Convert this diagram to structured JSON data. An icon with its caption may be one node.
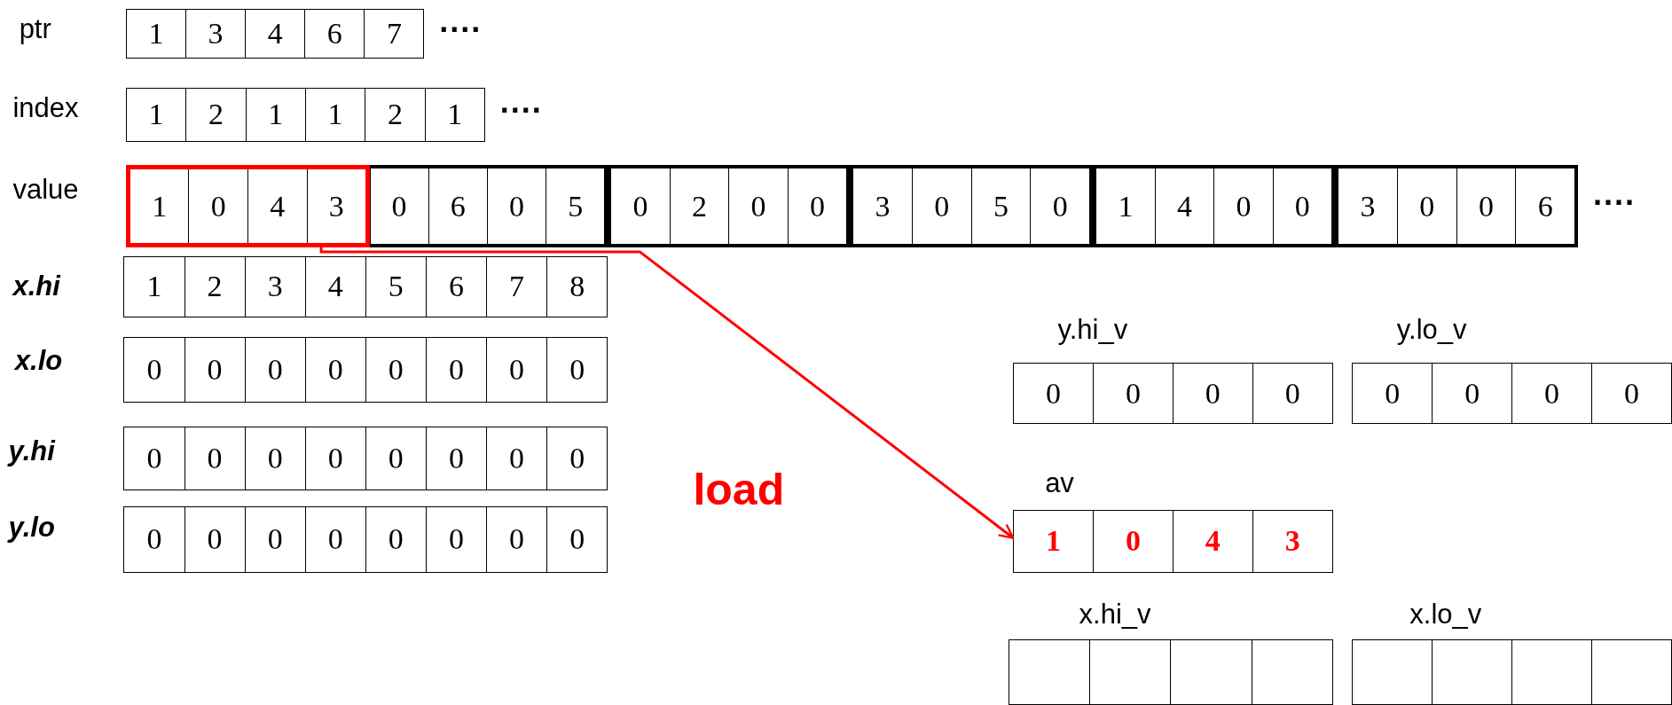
{
  "diagram": {
    "nodes": [
      {
        "text": [
          "1",
          "3",
          "4",
          "6",
          "7"
        ],
        "beside": [
          "····"
        ]
      },
      {
        "text": [
          "1",
          "2",
          "1",
          "1",
          "2",
          "1"
        ],
        "beside": [
          "····"
        ]
      },
      {
        "text": [
          "1",
          "0",
          "4",
          "3"
        ]
      },
      {
        "text": [
          "0",
          "6",
          "0",
          "5"
        ]
      },
      {
        "text": [
          "0",
          "2",
          "0",
          "0"
        ]
      },
      {
        "text": [
          "3",
          "0",
          "5",
          "0"
        ]
      },
      {
        "text": [
          "1",
          "4",
          "0",
          "0"
        ]
      },
      {
        "text": [
          "3",
          "0",
          "0",
          "6"
        ],
        "beside": [
          "····"
        ]
      },
      {
        "text": [
          "1",
          "2",
          "3",
          "4",
          "5",
          "6",
          "7",
          "8"
        ]
      },
      {
        "text": [
          "0",
          "0",
          "0",
          "0",
          "0",
          "0",
          "0",
          "0"
        ]
      },
      {
        "text": [
          "0",
          "0",
          "0",
          "0",
          "0",
          "0",
          "0",
          "0"
        ]
      },
      {
        "text": [
          "0",
          "0",
          "0",
          "0",
          "0",
          "0",
          "0",
          "0"
        ]
      },
      {
        "text": [
          "0",
          "0",
          "0",
          "0"
        ]
      },
      {
        "text": [
          "0",
          "0",
          "0",
          "0"
        ]
      },
      {
        "text": [
          "1",
          "0",
          "4",
          "3"
        ]
      },
      {
        "text": [],
        "shape": "box"
      },
      {
        "text": [],
        "shape": "box"
      }
    ],
    "edges": [
      {
        "from": 2,
        "to": 14,
        "arrow": "to",
        "color": "#ff0000"
      }
    ],
    "labels": [
      "ptr",
      "index",
      "value",
      "x.hi",
      "y.hi_v",
      "y.lo_v",
      "x.lo",
      "y.hi",
      "load",
      "av",
      "y.lo",
      "x.hi_v",
      "x.lo_v"
    ]
  }
}
